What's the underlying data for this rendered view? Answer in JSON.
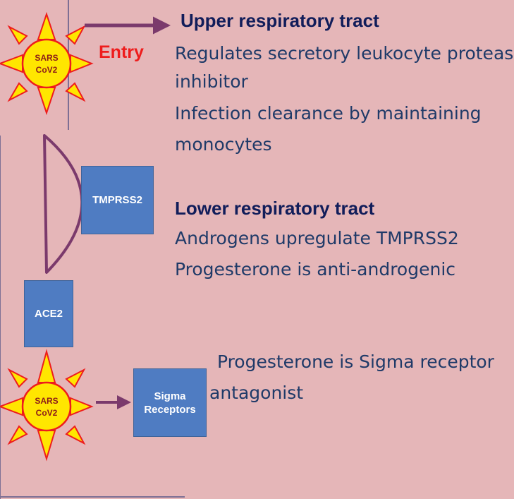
{
  "virus_top": {
    "line1": "SARS",
    "line2": "CoV2"
  },
  "virus_bottom": {
    "line1": "SARS",
    "line2": "CoV2"
  },
  "entry_label": "Entry",
  "upper": {
    "heading": "Upper respiratory tract",
    "lines": [
      "Regulates secretory leukocyte protease",
      "inhibitor",
      "Infection clearance by maintaining",
      "monocytes"
    ]
  },
  "lower": {
    "heading": "Lower respiratory tract",
    "lines": [
      "Androgens upregulate TMPRSS2",
      "Progesterone is anti-androgenic"
    ]
  },
  "boxes": {
    "tmprss2": "TMPRSS2",
    "ace2": "ACE2",
    "sigma_line1": "Sigma",
    "sigma_line2": "Receptors"
  },
  "sigma_text": {
    "line1": " Progesterone is Sigma receptor",
    "line2": "antagonist"
  },
  "colors": {
    "background": "#e5b6b8",
    "arrow": "#7b3a6c",
    "box": "#4f7cc2",
    "sun_ray": "#ffe600",
    "sun_outline": "#ee1c1c",
    "entry": "#ee1c1c",
    "heading": "#111d5a",
    "body_text": "#1f3a68"
  }
}
